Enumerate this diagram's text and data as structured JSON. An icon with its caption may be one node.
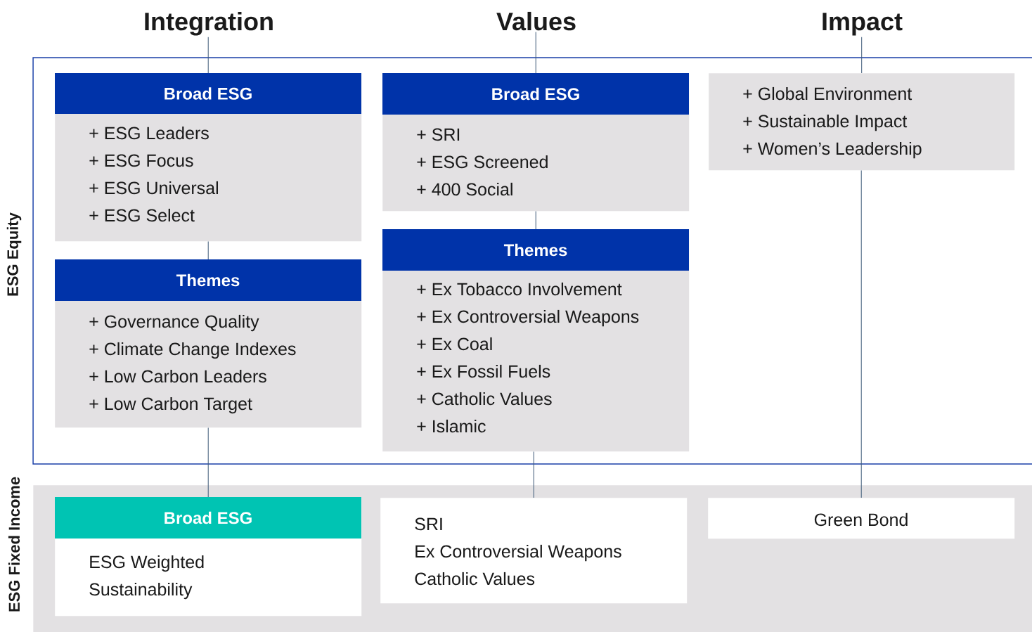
{
  "diagram": {
    "nodes": [
      {
        "text": [
          "Integration"
        ]
      },
      {
        "text": [
          "Values"
        ]
      },
      {
        "text": [
          "Impact"
        ]
      },
      {
        "text": [
          "ESG Equity"
        ]
      },
      {
        "text": [
          "ESG Fixed Income"
        ]
      },
      {
        "text": [
          "Broad ESG",
          "+ ESG Leaders",
          "+ ESG Focus",
          "+ ESG Universal",
          "+ ESG Select"
        ],
        "in": 3
      },
      {
        "text": [
          "Themes",
          "+ Governance Quality",
          "+ Climate Change Indexes",
          "+ Low Carbon Leaders",
          "+ Low Carbon Target"
        ],
        "in": 3
      },
      {
        "text": [
          "Broad ESG",
          "+ SRI",
          "+ ESG Screened",
          "+ 400 Social"
        ],
        "in": 3
      },
      {
        "text": [
          "Themes",
          "+ Ex Tobacco Involvement",
          "+ Ex Controversial Weapons",
          "+ Ex Coal",
          "+ Ex Fossil Fuels",
          "+ Catholic Values",
          "+ Islamic"
        ],
        "in": 3
      },
      {
        "text": [
          "+ Global Environment",
          "+ Sustainable Impact",
          "+ Women’s Leadership"
        ],
        "in": 3
      },
      {
        "text": [
          "Broad ESG",
          "ESG Weighted",
          "Sustainability"
        ],
        "in": 4
      },
      {
        "text": [
          "SRI",
          "Ex Controversial Weapons",
          "Catholic Values"
        ],
        "in": 4
      },
      {
        "text": [
          "Green Bond"
        ],
        "in": 4
      }
    ],
    "edges": [
      {
        "from": 0,
        "to": 5,
        "arrow": "none"
      },
      {
        "from": 5,
        "to": 6,
        "arrow": "none"
      },
      {
        "from": 6,
        "to": 10,
        "arrow": "none"
      },
      {
        "from": 1,
        "to": 7,
        "arrow": "none"
      },
      {
        "from": 7,
        "to": 8,
        "arrow": "none"
      },
      {
        "from": 8,
        "to": 11,
        "arrow": "none"
      },
      {
        "from": 2,
        "to": 9,
        "arrow": "none"
      },
      {
        "from": 9,
        "to": 12,
        "arrow": "none"
      }
    ]
  }
}
